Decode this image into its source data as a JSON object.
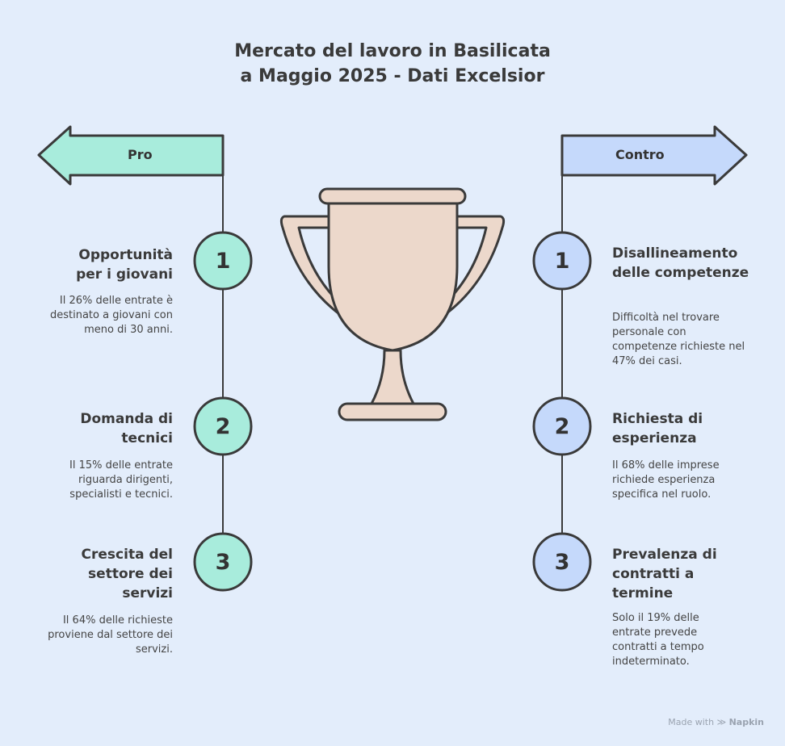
{
  "title_line1": "Mercato del lavoro in Basilicata",
  "title_line2": "a Maggio 2025 - Dati Excelsior",
  "pro": {
    "label": "Pro",
    "color": "#a8ecdc",
    "items": [
      {
        "num": "1",
        "title": "Opportunità per i giovani",
        "desc": "Il 26% delle entrate è destinato a giovani con meno di 30 anni."
      },
      {
        "num": "2",
        "title": "Domanda di tecnici",
        "desc": "Il 15% delle entrate riguarda dirigenti, specialisti e tecnici."
      },
      {
        "num": "3",
        "title": "Crescita del settore dei servizi",
        "desc": "Il 64% delle richieste proviene dal settore dei servizi."
      }
    ]
  },
  "contro": {
    "label": "Contro",
    "color": "#c5d9fb",
    "items": [
      {
        "num": "1",
        "title": "Disallineamento delle competenze",
        "desc": "Difficoltà nel trovare personale con competenze richieste nel 47% dei casi."
      },
      {
        "num": "2",
        "title": "Richiesta di esperienza",
        "desc": "Il 68% delle imprese richiede esperienza specifica nel ruolo."
      },
      {
        "num": "3",
        "title": "Prevalenza di contratti a termine",
        "desc": "Solo il 19% delle entrate prevede contratti a tempo indeterminato."
      }
    ]
  },
  "trophy_color": "#ecd8cb",
  "credit": {
    "prefix": "Made with",
    "brand": "Napkin"
  }
}
